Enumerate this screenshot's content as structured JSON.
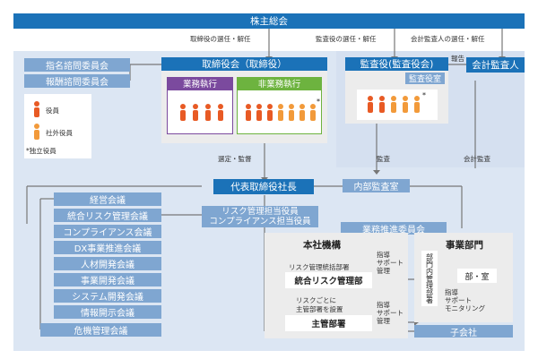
{
  "top": {
    "title": "株主総会"
  },
  "edges": {
    "appoint_directors": "取締役の選任・解任",
    "appoint_auditors": "監査役の選任・解任",
    "appoint_accounting_auditor": "会計監査人の選任・解任",
    "report": "報告",
    "select_supervise": "選定・監督",
    "audit": "監査",
    "accounting_audit": "会計監査",
    "guidance_support": "指導\nサポート\n管理"
  },
  "committees": {
    "nomination": "指名諮問委員会",
    "remuneration": "報酬諮問委員会"
  },
  "board": {
    "title": "取締役会（取締役）",
    "executive": "業務執行",
    "non_executive": "非業務執行",
    "independent_mark": "*"
  },
  "legend": {
    "officer": "役員",
    "outside_officer": "社外役員",
    "independent_note": "*独立役員"
  },
  "auditors": {
    "title": "監査役(監査役会)",
    "office": "監査役室",
    "star": "*",
    "accounting_auditor": "会計監査人"
  },
  "president": {
    "title": "代表取締役社長",
    "internal_audit": "内部監査室"
  },
  "meetings": [
    "経営会議",
    "統合リスク管理会議",
    "コンプライアンス会議",
    "DX事業推進会議",
    "人材開発会議",
    "事業開発会議",
    "システム開発会議",
    "情報開示会議",
    "危機管理会議"
  ],
  "risk_officer": {
    "line1": "リスク管理担当役員",
    "line2": "コンプライアンス担当役員"
  },
  "promotion_committee": "業務推進委員会",
  "hq": {
    "title": "本社機構",
    "risk_note": "リスク管理統括部署",
    "risk_dept": "統合リスク管理部",
    "per_risk_note1": "リスクごとに",
    "per_risk_note2": "主管部署を設置",
    "main_dept": "主管部署",
    "guidance_label_1": "指導\nサポート\n管理",
    "guidance_label_2": "指導\nサポート\n管理"
  },
  "business": {
    "title": "事業部門",
    "internal_control": "部門内管理部署",
    "dept": "部・室",
    "guidance_label": "指導\nサポート\nモニタリング"
  },
  "subsidiary": "子会社",
  "colors": {
    "dark_blue": "#1b72b8",
    "light_blue": "#7fa6d1",
    "panel_blue": "#dce6f3",
    "purple": "#7b4a9e",
    "green": "#6db33f",
    "officer_red": "#e85a24",
    "outside_orange": "#f29a3a"
  }
}
